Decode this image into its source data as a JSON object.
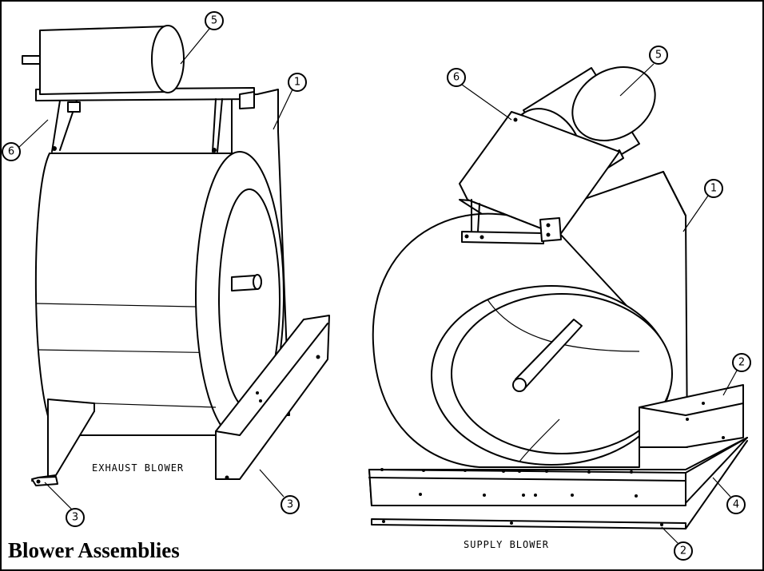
{
  "title": "Blower Assemblies",
  "labels": {
    "exhaust": "EXHAUST BLOWER",
    "supply": "SUPPLY BLOWER"
  },
  "callouts": {
    "housing_exhaust": "1",
    "housing_supply": "1",
    "rail_supply_top": "2",
    "rail_supply_bottom": "2",
    "leg_exhaust_left": "3",
    "leg_exhaust_right": "3",
    "base_plate_supply": "4",
    "motor_exhaust": "5",
    "motor_supply": "5",
    "bracket_exhaust": "6",
    "bracket_supply": "6"
  }
}
